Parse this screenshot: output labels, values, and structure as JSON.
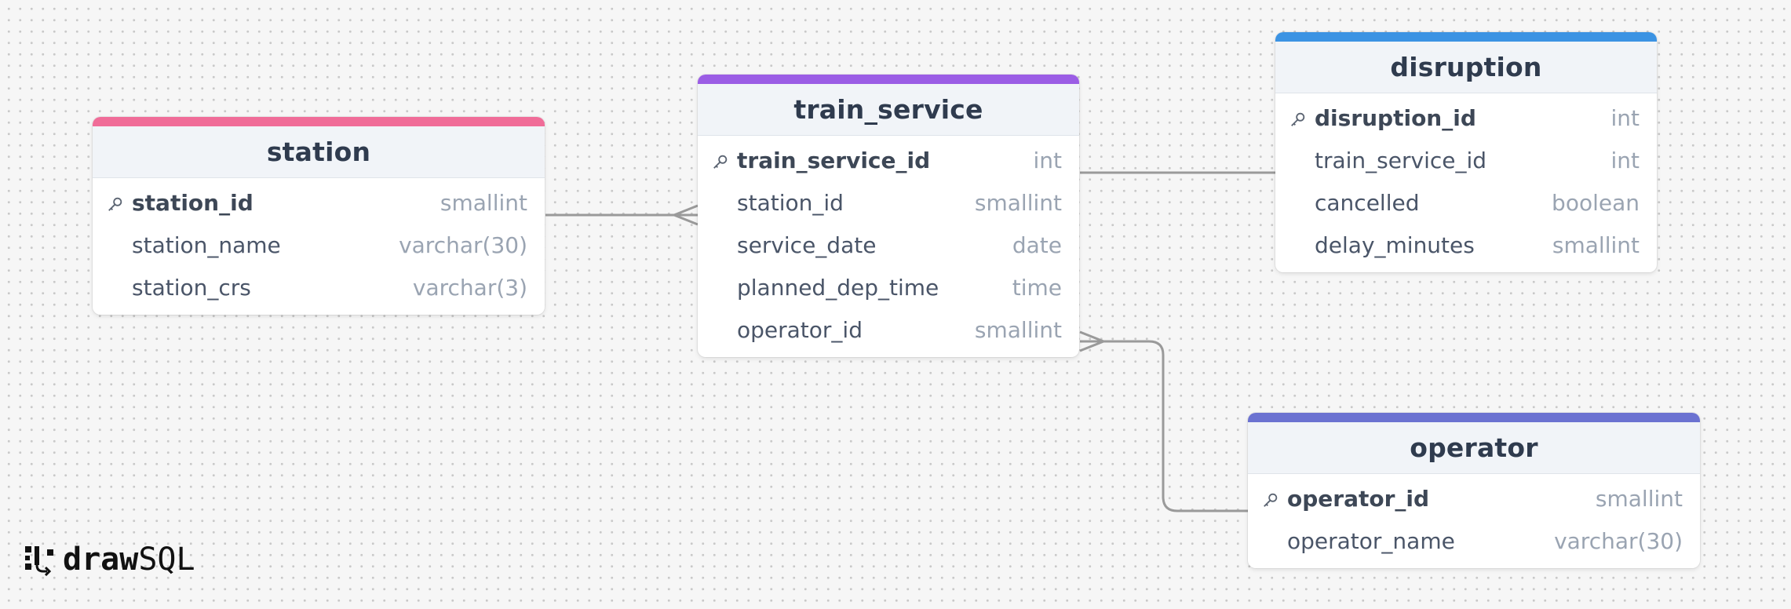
{
  "brand": {
    "bold": "draw",
    "light": "SQL",
    "icon": "drawsql-logo-icon"
  },
  "colors": {
    "station_accent": "#f06c98",
    "train_service_accent": "#9b5de5",
    "disruption_accent": "#3b93e3",
    "operator_accent": "#6b72d1",
    "connector": "#9a9a9a"
  },
  "tables": [
    {
      "id": "station",
      "title": "station",
      "columns": [
        {
          "name": "station_id",
          "type": "smallint",
          "pk": true
        },
        {
          "name": "station_name",
          "type": "varchar(30)",
          "pk": false
        },
        {
          "name": "station_crs",
          "type": "varchar(3)",
          "pk": false
        }
      ]
    },
    {
      "id": "train_service",
      "title": "train_service",
      "columns": [
        {
          "name": "train_service_id",
          "type": "int",
          "pk": true
        },
        {
          "name": "station_id",
          "type": "smallint",
          "pk": false
        },
        {
          "name": "service_date",
          "type": "date",
          "pk": false
        },
        {
          "name": "planned_dep_time",
          "type": "time",
          "pk": false
        },
        {
          "name": "operator_id",
          "type": "smallint",
          "pk": false
        }
      ]
    },
    {
      "id": "disruption",
      "title": "disruption",
      "columns": [
        {
          "name": "disruption_id",
          "type": "int",
          "pk": true
        },
        {
          "name": "train_service_id",
          "type": "int",
          "pk": false
        },
        {
          "name": "cancelled",
          "type": "boolean",
          "pk": false
        },
        {
          "name": "delay_minutes",
          "type": "smallint",
          "pk": false
        }
      ]
    },
    {
      "id": "operator",
      "title": "operator",
      "columns": [
        {
          "name": "operator_id",
          "type": "smallint",
          "pk": true
        },
        {
          "name": "operator_name",
          "type": "varchar(30)",
          "pk": false
        }
      ]
    }
  ],
  "relationships": [
    {
      "from": "station.station_id",
      "to": "train_service.station_id",
      "from_end": "one",
      "to_end": "many"
    },
    {
      "from": "train_service.train_service_id",
      "to": "disruption.train_service_id",
      "from_end": "one",
      "to_end": "one"
    },
    {
      "from": "operator.operator_id",
      "to": "train_service.operator_id",
      "from_end": "one",
      "to_end": "many"
    }
  ]
}
